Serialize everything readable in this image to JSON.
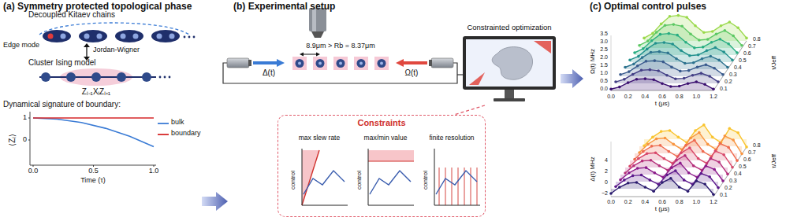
{
  "diagram": {
    "nodes": [
      {
        "text": [
          "Constrainted optimization"
        ]
      },
      {
        "text": [
          "Constraints"
        ]
      },
      {
        "text": [
          "max slew rate",
          "control"
        ],
        "in": 1
      },
      {
        "text": [
          "max/min value",
          "control"
        ],
        "in": 1
      },
      {
        "text": [
          "finite resolution",
          "control"
        ],
        "in": 1
      }
    ],
    "edges": [
      {
        "from": 0,
        "to": 1,
        "arrow": "none"
      }
    ],
    "labels": [
      "(a) Symmetry protected topological phase",
      "Decoupled Kitaev chains",
      "Edge mode",
      "Jordan-Wigner",
      "Cluster Ising model",
      "Zᵢ₋₁XᵢZᵢ₊₁",
      "Dynamical signature of boundary:",
      "1",
      "0",
      "0.0",
      "0.5",
      "1.0",
      "Time (τ)",
      "⟨Zᵢ⟩",
      "(b) Experimental setup",
      "8.9μm > Rb = 8.37μm",
      "Δ(t)",
      "Ω(t)",
      "(c) Optimal control pulses",
      "Ω(t) MHz",
      "0.0",
      "0.5",
      "1.0",
      "1.5",
      "2.0",
      "2.5",
      "3.0",
      "3.5",
      "0.0",
      "0.2",
      "0.4",
      "0.6",
      "0.8",
      "1.0",
      "1.2",
      "t (μs)",
      "0.1",
      "0.2",
      "0.3",
      "0.4",
      "0.5",
      "0.6",
      "0.7",
      "0.8",
      "τ/Jeff",
      "Δ(t) MHz",
      "−2",
      "0",
      "2",
      "4",
      "0.0",
      "0.2",
      "0.4",
      "0.6",
      "0.8",
      "1.0",
      "1.2",
      "t (μs)",
      "0.1",
      "0.2",
      "0.3",
      "0.4",
      "0.5",
      "0.6",
      "0.7",
      "0.8",
      "τ/Jeff"
    ],
    "legend": [
      {
        "text": "bulk"
      },
      {
        "text": "boundary"
      }
    ]
  }
}
